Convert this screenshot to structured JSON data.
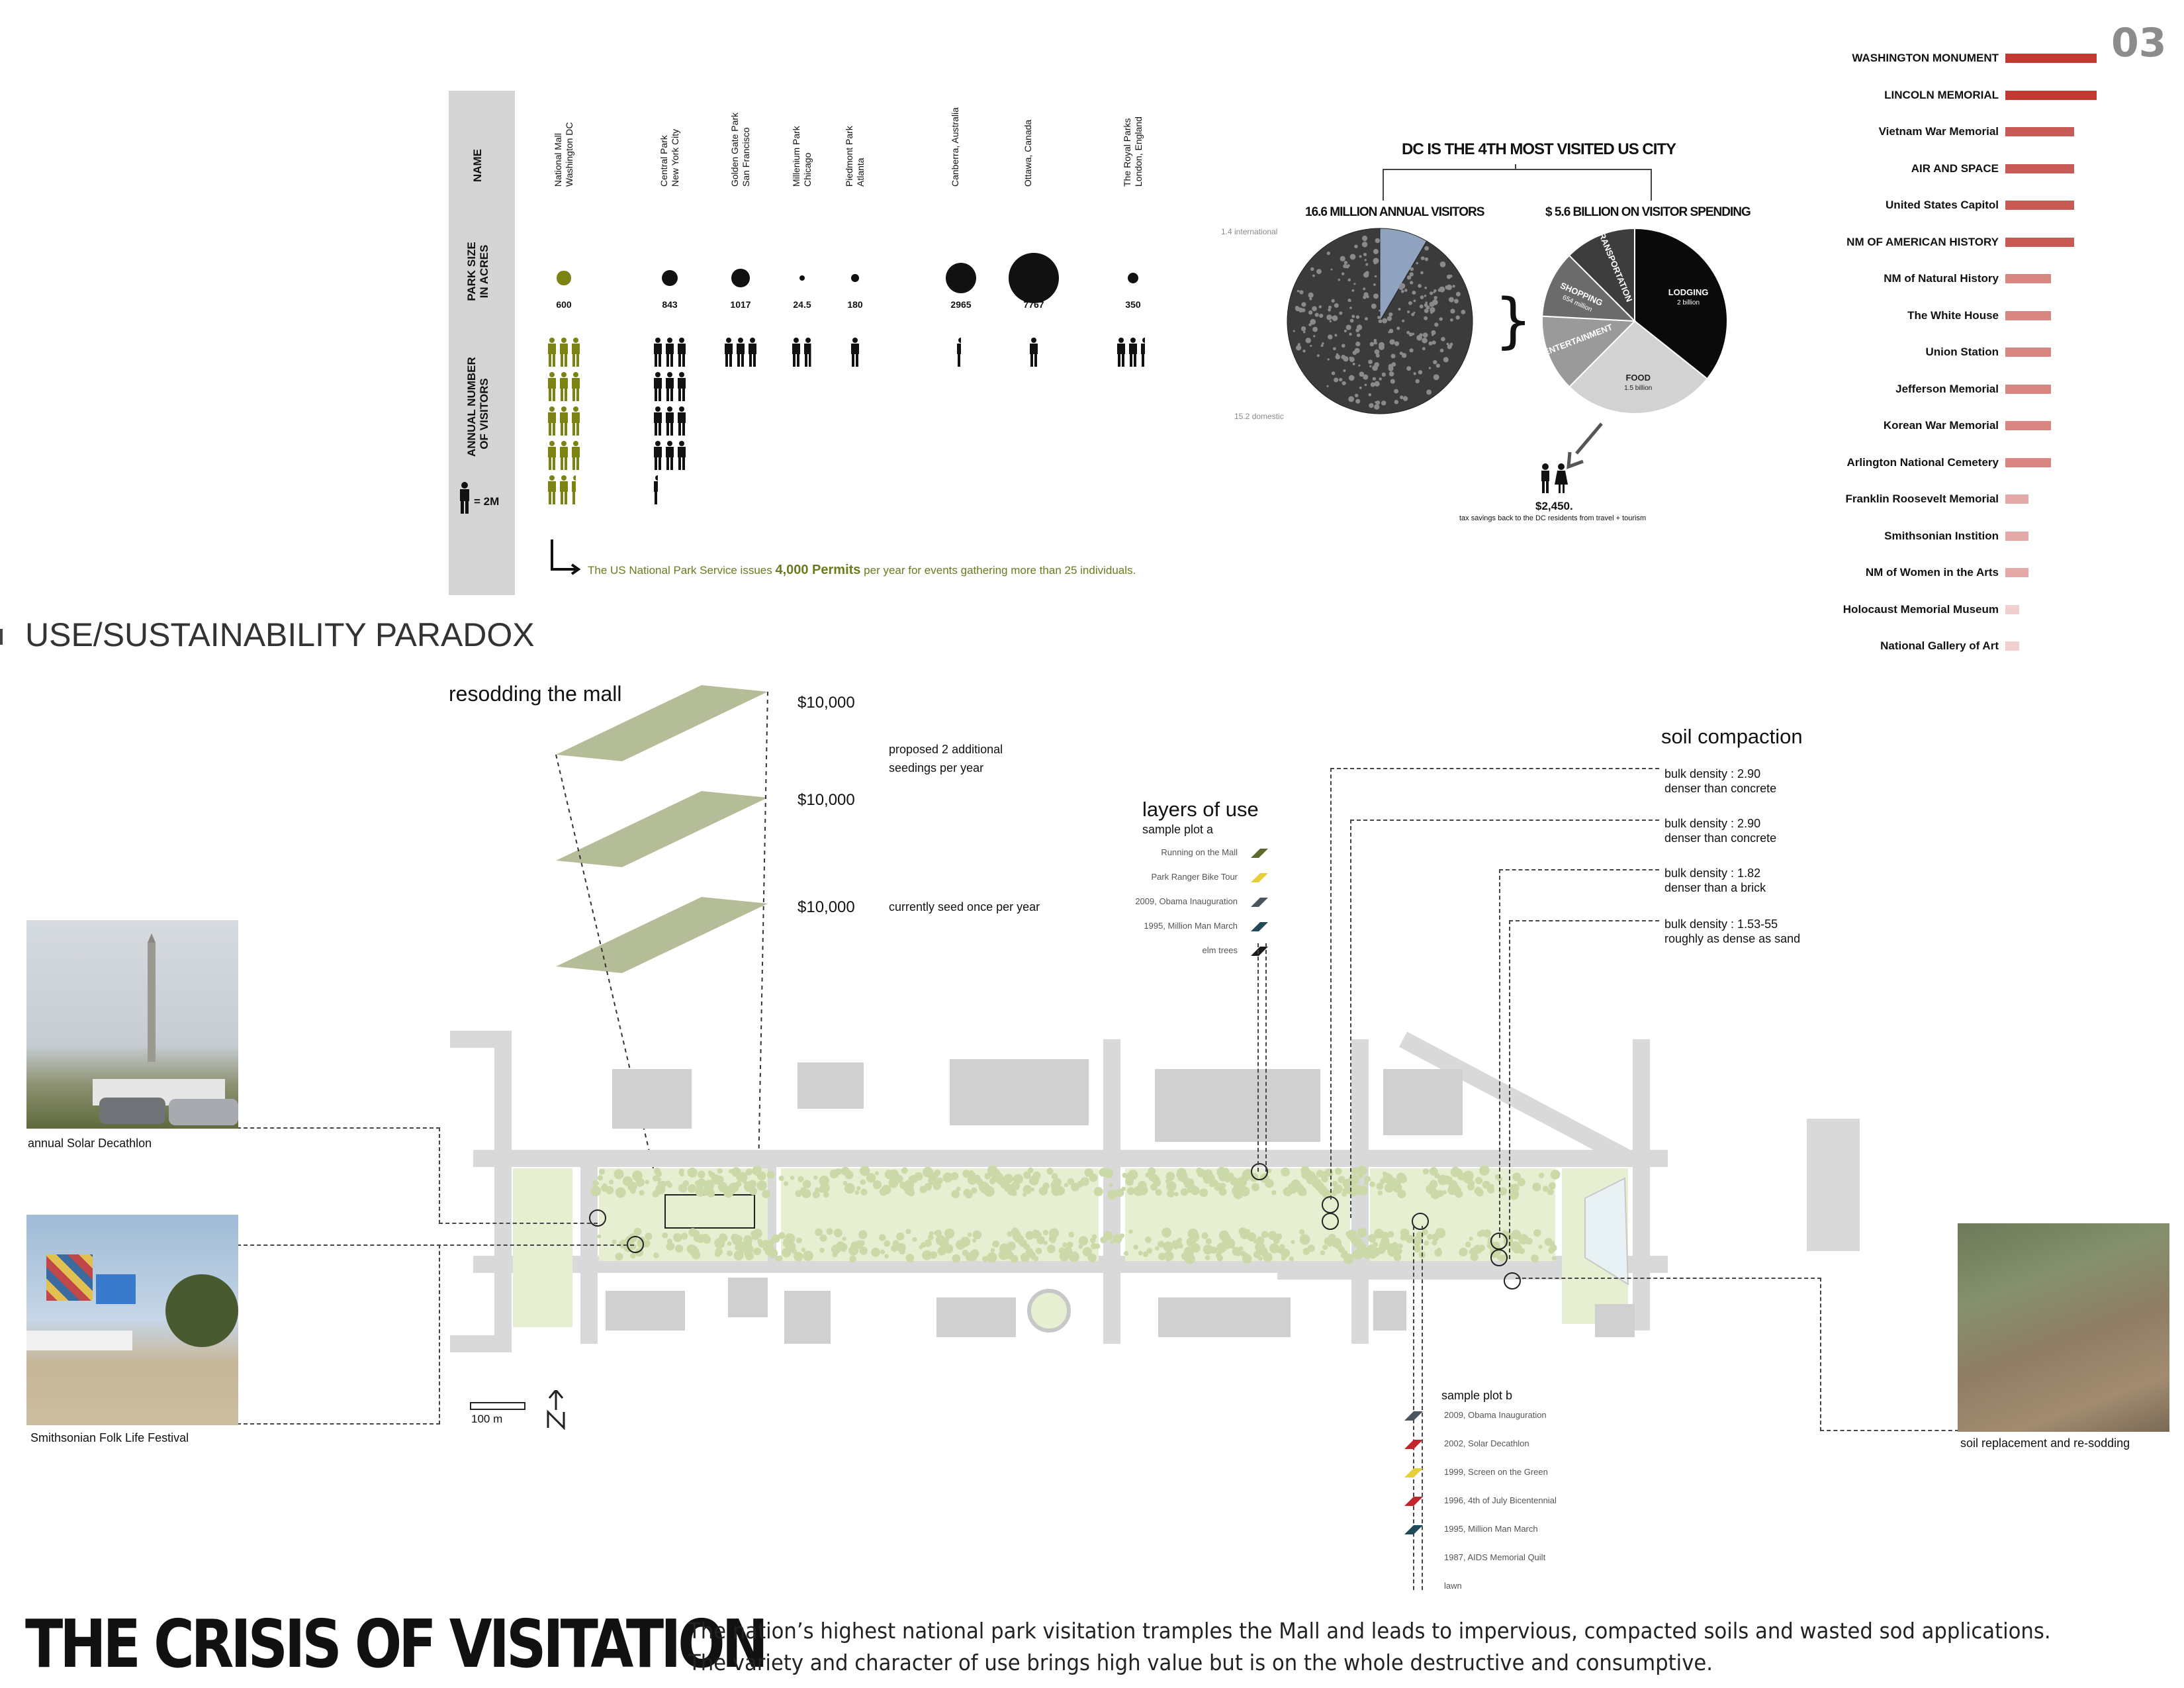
{
  "page_number": "03",
  "section_heading": "USE/SUSTAINABILITY PARADOX",
  "title": "THE CRISIS OF VISITATION",
  "description": [
    "The nation’s highest national park visitation tramples the Mall and leads to impervious, compacted soils and wasted sod applications.",
    "The variety and character of use brings high value but is on the whole destructive and consumptive."
  ],
  "comparison": {
    "row_labels": {
      "name": "NAME",
      "size": [
        "PARK SIZE",
        "IN ACRES"
      ],
      "visitors": [
        "ANNUAL NUMBER",
        "OF VISITORS"
      ]
    },
    "icon_legend": "= 2M",
    "parks": [
      {
        "name": [
          "National Mall",
          "Washington DC"
        ],
        "acres": "600",
        "acres_value": 600,
        "visitors_m": 29,
        "highlight": true
      },
      {
        "name": [
          "Central Park",
          "New York City"
        ],
        "acres": "843",
        "acres_value": 843,
        "visitors_m": 25,
        "highlight": false
      },
      {
        "name": [
          "Golden Gate Park",
          "San Francisco"
        ],
        "acres": "1017",
        "acres_value": 1017,
        "visitors_m": 6,
        "highlight": false
      },
      {
        "name": [
          "Millenium Park",
          "Chicago"
        ],
        "acres": "24.5",
        "acres_value": 24.5,
        "visitors_m": 3.5,
        "highlight": false
      },
      {
        "name": [
          "Piedmont Park",
          "Atlanta"
        ],
        "acres": "180",
        "acres_value": 180,
        "visitors_m": 2,
        "highlight": false
      },
      {
        "name": [
          "Canberra, Australia"
        ],
        "acres": "2965",
        "acres_value": 2965,
        "visitors_m": 1,
        "highlight": false
      },
      {
        "name": [
          "Ottawa, Canada"
        ],
        "acres": "7767",
        "acres_value": 7767,
        "visitors_m": 2,
        "highlight": false
      },
      {
        "name": [
          "The Royal Parks",
          "London, England"
        ],
        "acres": "350",
        "acres_value": 350,
        "visitors_m": 5,
        "highlight": false
      }
    ],
    "permits_note": {
      "pre": "The US National Park Service issues ",
      "bold": "4,000 Permits",
      "post": " per year for events gathering more than 25 individuals."
    }
  },
  "visitors_chart": {
    "title": "DC IS THE 4TH MOST VISITED US CITY",
    "visitors_label": "16.6  MILLION ANNUAL VISITORS",
    "spending_label": "$ 5.6 BILLION ON VISITOR SPENDING",
    "international_label": "1.4 international",
    "domestic_label": "15.2 domestic",
    "tax_amount": "$2,450.",
    "tax_note": "tax savings back to the DC residents from travel + tourism"
  },
  "chart_data": [
    {
      "type": "pie",
      "labels": [
        "international",
        "domestic"
      ],
      "values": [
        1.4,
        15.2
      ],
      "colors": [
        "#8fa3bf",
        "#3b3b3b"
      ]
    },
    {
      "type": "pie",
      "labels": [
        "LODGING",
        "FOOD",
        "ENTERTAINMENT",
        "SHOPPING",
        "TRANSPORTATION"
      ],
      "value_labels": [
        "2 billion",
        "1.5 billion",
        "",
        "654 million",
        ""
      ],
      "values": [
        2.0,
        1.5,
        0.75,
        0.654,
        0.7
      ],
      "colors": [
        "#0a0a0a",
        "#d2d2d2",
        "#9a9a9a",
        "#6b6b6b",
        "#3d3d3d"
      ]
    },
    {
      "type": "bar",
      "orientation": "horizontal",
      "categories": [
        "WASHINGTON MONUMENT",
        "LINCOLN MEMORIAL",
        "Vietnam War Memorial",
        "AIR AND SPACE",
        "United States Capitol",
        "NM OF AMERICAN HISTORY",
        "NM of Natural History",
        "The White House",
        "Union Station",
        "Jefferson Memorial",
        "Korean War Memorial",
        "Arlington National Cemetery",
        "Franklin Roosevelt Memorial",
        "Smithsonian Instition",
        "NM of Women in the Arts",
        "Holocaust Memorial Museum",
        "National Gallery of Art"
      ],
      "values": [
        10,
        10,
        7.5,
        7.5,
        7.5,
        7.5,
        5,
        5,
        5,
        5,
        5,
        5,
        2.5,
        2.5,
        2.5,
        1.5,
        1.5
      ],
      "colors": [
        "#c23b33",
        "#c23b33",
        "#c85a55",
        "#c85a55",
        "#c85a55",
        "#c85a55",
        "#d98683",
        "#d98683",
        "#d98683",
        "#d98683",
        "#d98683",
        "#d98683",
        "#e5aaa8",
        "#e5aaa8",
        "#e5aaa8",
        "#f0cfce",
        "#f0cfce"
      ]
    }
  ],
  "resodding": {
    "title": "resodding the mall",
    "costs": [
      "$10,000",
      "$10,000",
      "$10,000"
    ],
    "proposed_note": [
      "proposed 2 additional",
      "seedings per year"
    ],
    "current_note": "currently seed once per year"
  },
  "layers_a": {
    "title": "layers of use",
    "subtitle": "sample plot a",
    "items": [
      {
        "label": "Running on the Mall",
        "color": "#5c6b2a"
      },
      {
        "label": "Park Ranger Bike Tour",
        "color": "#e8cf3a"
      },
      {
        "label": "2009, Obama Inauguration",
        "color": "#4a5560"
      },
      {
        "label": "1995, Million Man March",
        "color": "#1f4a57"
      },
      {
        "label": "elm trees",
        "color": "#1a1a1a"
      }
    ]
  },
  "soil": {
    "title": "soil compaction",
    "items": [
      {
        "line1": "bulk density : 2.90",
        "line2": "denser than concrete"
      },
      {
        "line1": "bulk density : 2.90",
        "line2": "denser than concrete"
      },
      {
        "line1": "bulk density : 1.82",
        "line2": "denser than a brick"
      },
      {
        "line1": "bulk density : 1.53-55",
        "line2": "roughly as dense as sand"
      }
    ]
  },
  "layers_b": {
    "title": "sample plot b",
    "items": [
      {
        "label": "2009, Obama Inauguration",
        "color": "#4a5560"
      },
      {
        "label": "2002, Solar Decathlon",
        "color": "#c0262c"
      },
      {
        "label": "1999, Screen on the Green",
        "color": "#e8cf3a"
      },
      {
        "label": "1996, 4th of July Bicentennial",
        "color": "#c0262c"
      },
      {
        "label": "1995, Million Man March",
        "color": "#1f4a57"
      },
      {
        "label": "1987, AIDS Memorial Quilt",
        "color": ""
      },
      {
        "label": "lawn",
        "color": ""
      }
    ]
  },
  "photos": {
    "solar": "annual Solar Decathlon",
    "folk": "Smithsonian Folk Life Festival",
    "soil": "soil replacement and re-sodding"
  },
  "scale_label": "100 m"
}
